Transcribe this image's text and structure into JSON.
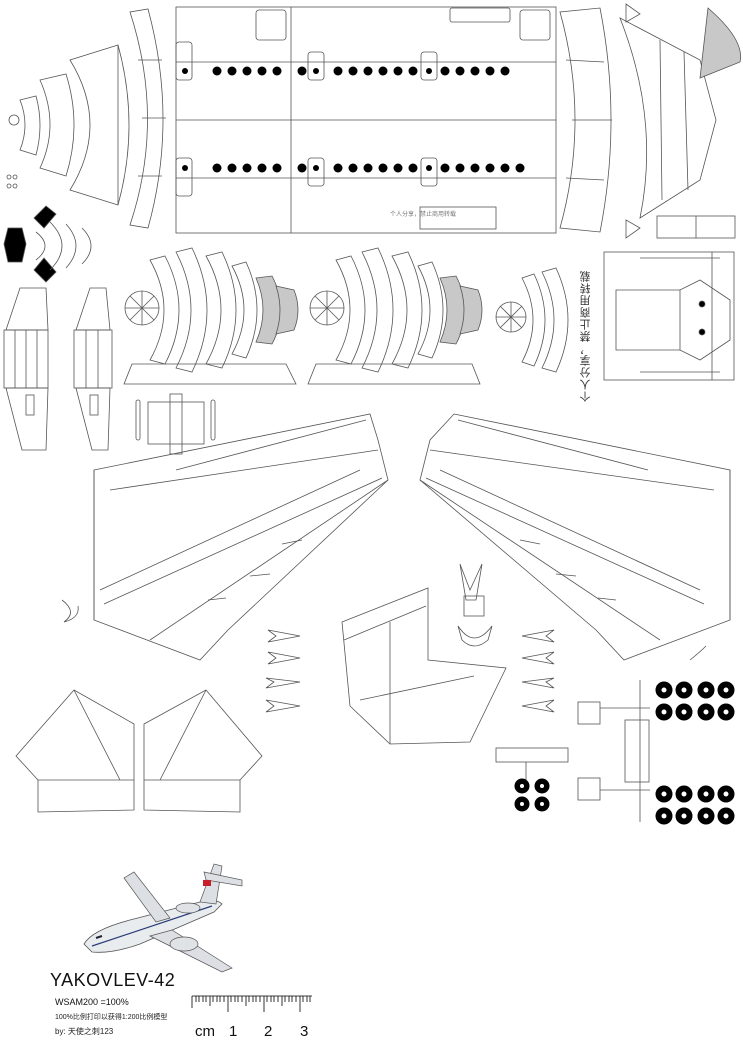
{
  "model": {
    "title": "YAKOVLEV-42",
    "scale_line": "WSAM200 =100%",
    "print_note": "100%比例打印以获得1:200比例模型",
    "author_line": "by: 天使之刺123"
  },
  "ruler": {
    "unit": "cm",
    "marks": [
      "1",
      "2",
      "3"
    ]
  },
  "watermarks": {
    "fuselage_note": "个人分享，禁止商用转载",
    "side_note": "个人分享，禁止商用转载"
  },
  "colors": {
    "line": "#555555",
    "fill_grey": "#cfcfcf",
    "black": "#000000",
    "accent_red": "#c8202a"
  },
  "icons": [
    "airplane-illustration-icon",
    "ruler-icon",
    "wheel-icon",
    "engine-fan-icon"
  ]
}
